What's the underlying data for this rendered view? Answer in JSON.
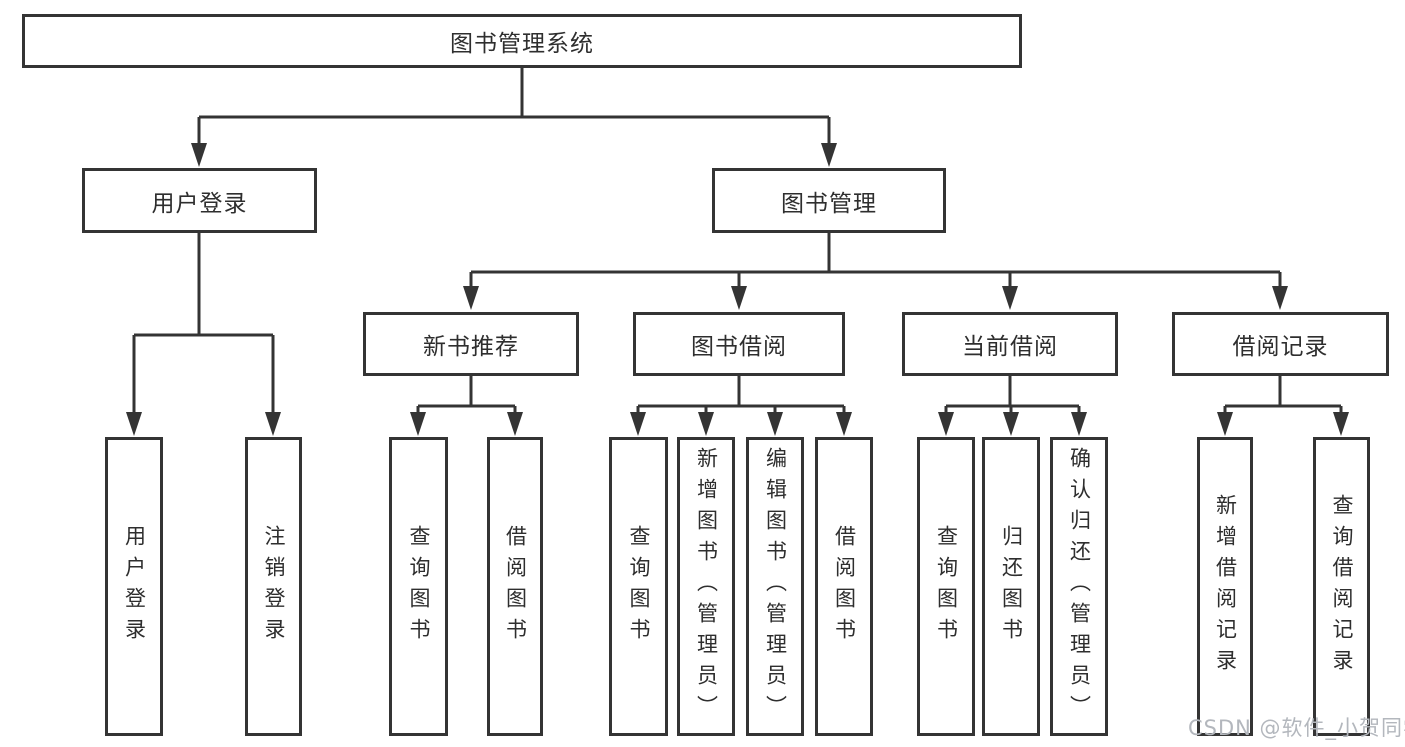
{
  "diagram": {
    "root": "图书管理系统",
    "level2": [
      "用户登录",
      "图书管理"
    ],
    "level3": [
      "新书推荐",
      "图书借阅",
      "当前借阅",
      "借阅记录"
    ],
    "leaves": {
      "login": [
        "用户登录",
        "注销登录"
      ],
      "recommend": [
        "查询图书",
        "借阅图书"
      ],
      "borrow": [
        "查询图书",
        "新增图书（管理员）",
        "编辑图书（管理员）",
        "借阅图书"
      ],
      "current": [
        "查询图书",
        "归还图书",
        "确认归还（管理员）"
      ],
      "records": [
        "新增借阅记录",
        "查询借阅记录"
      ]
    }
  },
  "watermark": "CSDN @软件_小贺同学",
  "colors": {
    "line": "#343434",
    "text": "#2e2e2e",
    "background": "#ffffff",
    "watermark": "#b3b7bd"
  }
}
